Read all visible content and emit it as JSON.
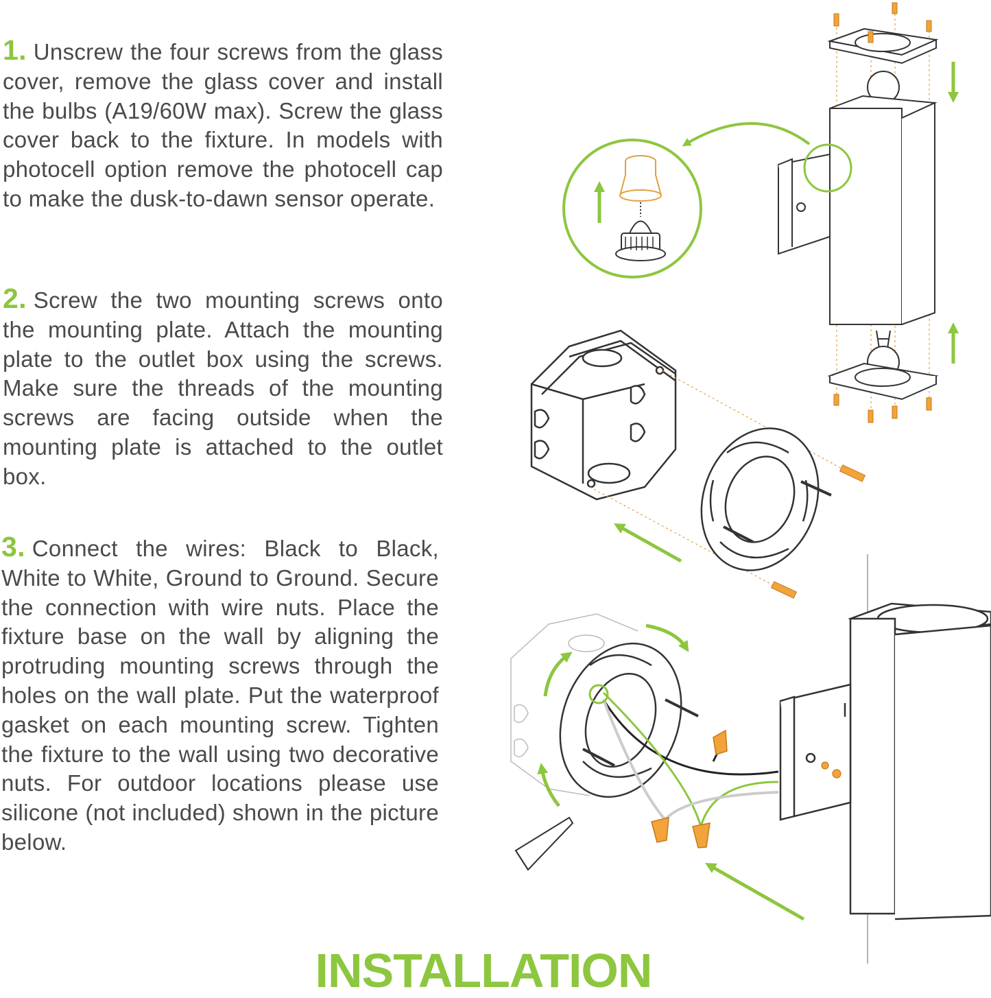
{
  "steps": [
    {
      "number": "1.",
      "text": "Unscrew the four screws from the glass cover, remove the glass cover and install the bulbs (A19/60W max). Screw the glass cover back to the fixture. In models with photocell option remove the photocell cap to make the dusk-to-dawn sensor operate."
    },
    {
      "number": "2.",
      "text": "Screw the two mounting screws onto the mounting plate. Attach the mounting plate to the outlet box using the screws. Make sure the threads of the mounting screws are facing outside when the mounting plate is attached to the outlet box."
    },
    {
      "number": "3.",
      "text": "Connect the wires: Black to Black, White to White, Ground to Ground. Secure the connection with wire nuts. Place the fixture base on the wall by aligning the protruding mounting screws through the holes on the wall plate. Put the waterproof gasket on each mounting screw. Tighten the fixture to the wall using two decorative nuts. For outdoor locations please use silicone (not included) shown in the picture below."
    }
  ],
  "title": "INSTALLATION",
  "colors": {
    "accent": "#8dc63f",
    "text": "#4a4a4a",
    "screw": "#f2a33a",
    "line": "#333333"
  },
  "icons": [
    "arrow-down-icon",
    "arrow-up-icon",
    "arrow-left-icon",
    "curved-arrow-icon",
    "photocell-icon",
    "bulb-icon",
    "screw-icon",
    "wire-nut-icon",
    "silicone-tube-icon"
  ]
}
